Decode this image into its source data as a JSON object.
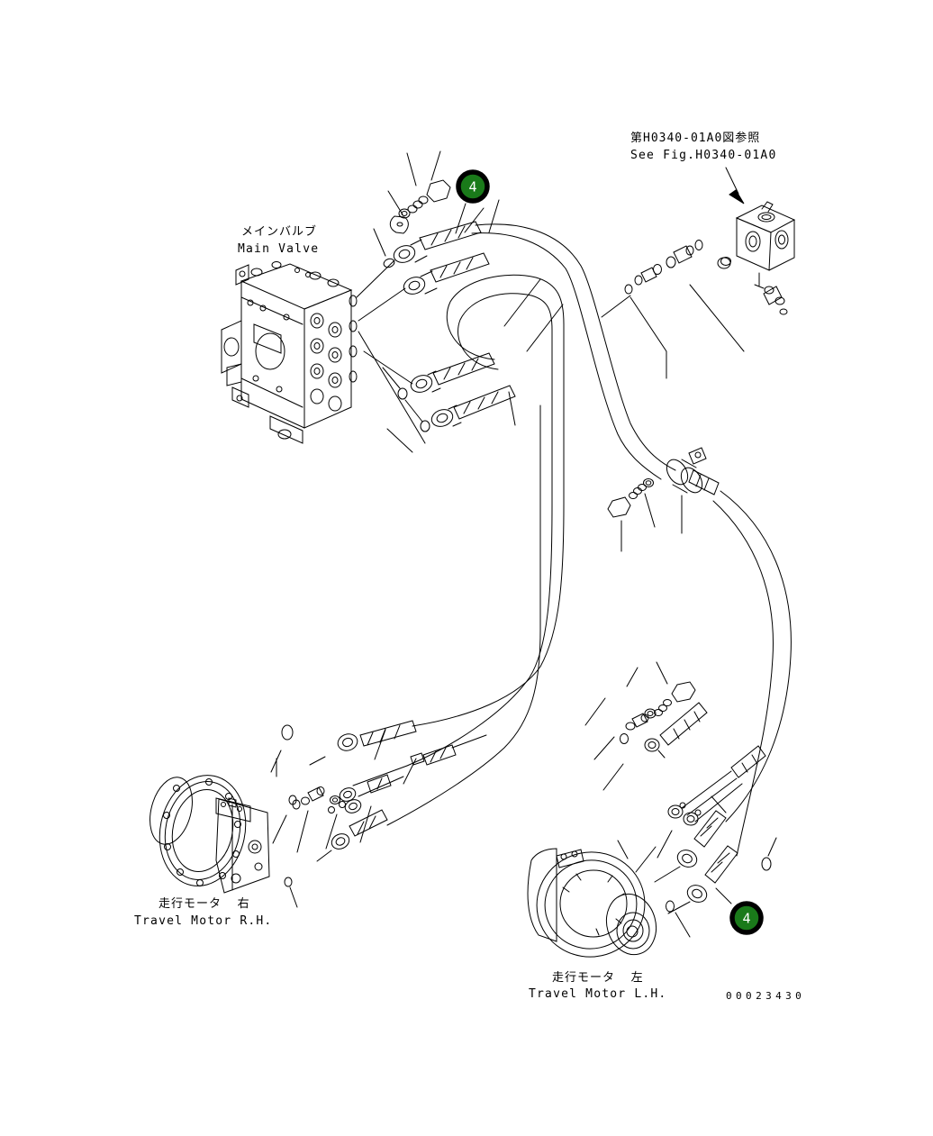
{
  "page": {
    "background": "#ffffff",
    "stroke_color": "#000000"
  },
  "reference_note": {
    "line1_jp": "第H0340-01A0図参照",
    "line2_en": "See Fig.H0340-01A0"
  },
  "components": {
    "main_valve": {
      "label_jp": "メインバルブ",
      "label_en": "Main Valve"
    },
    "travel_motor_rh": {
      "label_jp": "走行モータ  右",
      "label_en": "Travel Motor R.H."
    },
    "travel_motor_lh": {
      "label_jp": "走行モータ  左",
      "label_en": "Travel Motor L.H."
    }
  },
  "callouts": {
    "top": {
      "number": "4"
    },
    "bottom": {
      "number": "4"
    },
    "fill": "#1a7a1a",
    "ring": "#000000",
    "text_color": "#ffffff"
  },
  "drawing_number": "00023430"
}
